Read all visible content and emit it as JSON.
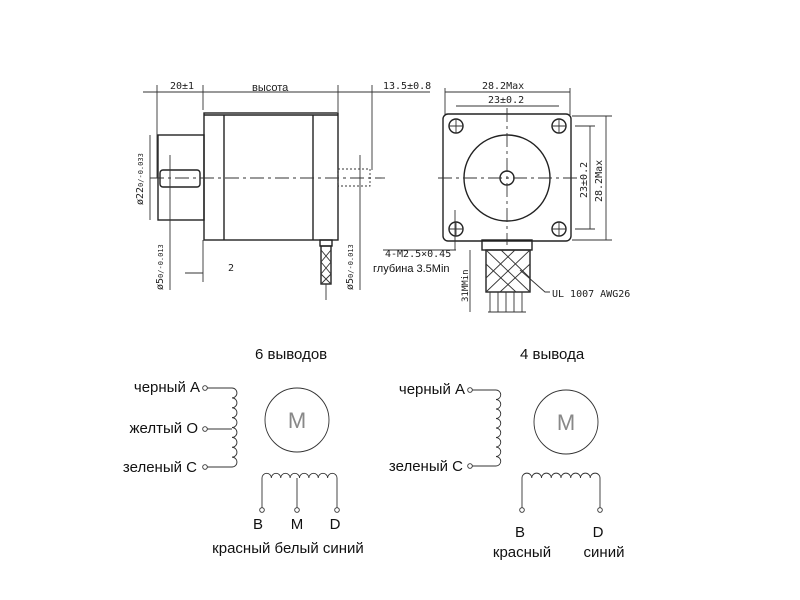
{
  "side_view": {
    "flange_length": "20±1",
    "body_length": "высота",
    "rear_shaft": "13.5±0.8",
    "boss_diameter": "ø22",
    "boss_tolerance": "0/-0.033",
    "shaft_diameter_front": "ø5",
    "shaft_tolerance_front": "0/-0.013",
    "flange_thickness": "2",
    "shaft_diameter_rear": "ø5",
    "shaft_tolerance_rear": "0/-0.013"
  },
  "front_view": {
    "width_max": "28.2Max",
    "hole_spacing": "23±0.2",
    "height_hole_spacing": "23±0.2",
    "height_max": "28.2Max",
    "thread": "4-M2.5×0.45",
    "thread_depth": "глубина 3.5Min",
    "cable_length": "31MMin",
    "cable_spec": "UL 1007 AWG26"
  },
  "six_wire": {
    "title": "6 выводов",
    "motor": "M",
    "left_labels": [
      "черный A",
      "желтый O",
      "зеленый C"
    ],
    "bottom_letters": [
      "B",
      "M",
      "D"
    ],
    "bottom_colors": "красный белый синий"
  },
  "four_wire": {
    "title": "4 вывода",
    "motor": "M",
    "left_labels": [
      "черный A",
      "зеленый C"
    ],
    "bottom_letters": [
      "B",
      "D"
    ],
    "bottom_colors": [
      "красный",
      "синий"
    ]
  }
}
